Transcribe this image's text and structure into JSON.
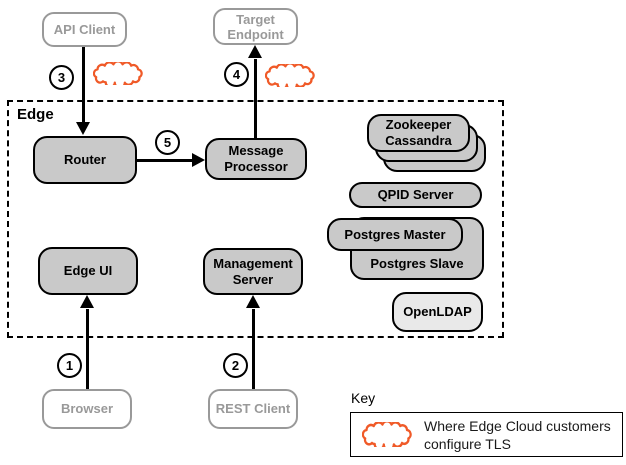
{
  "container": {
    "label": "Edge"
  },
  "nodes": {
    "api_client": {
      "label": "API Client"
    },
    "target_endpoint": {
      "line1": "Target",
      "line2": "Endpoint"
    },
    "router": {
      "label": "Router"
    },
    "message_processor": {
      "line1": "Message",
      "line2": "Processor"
    },
    "zookeeper": {
      "line1": "Zookeeper",
      "line2": "Cassandra"
    },
    "qpid": {
      "label": "QPID Server"
    },
    "postgres_master": {
      "label": "Postgres Master"
    },
    "postgres_slave": {
      "label": "Postgres Slave"
    },
    "openldap": {
      "label": "OpenLDAP"
    },
    "edge_ui": {
      "label": "Edge UI"
    },
    "management_server": {
      "line1": "Management",
      "line2": "Server"
    },
    "browser": {
      "label": "Browser"
    },
    "rest_client": {
      "label": "REST Client"
    }
  },
  "steps": {
    "1": "1",
    "2": "2",
    "3": "3",
    "4": "4",
    "5": "5"
  },
  "key": {
    "title": "Key",
    "description": "Where Edge Cloud customers configure TLS"
  },
  "colors": {
    "cloud_stroke": "#F05A28",
    "node_fill": "#C9C9C9",
    "node_fill_light": "#E9E9E9",
    "external_gray": "#999999"
  }
}
